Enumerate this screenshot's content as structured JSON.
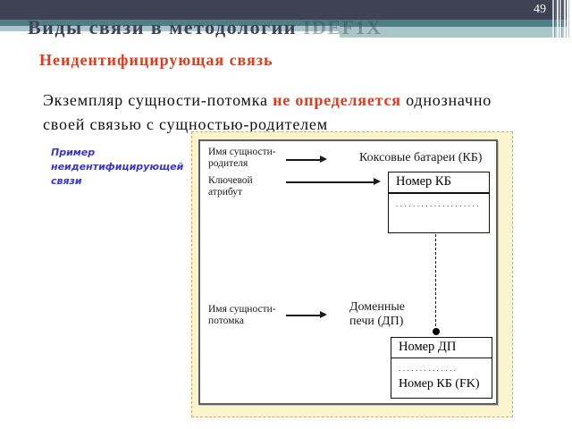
{
  "page_number": "49",
  "header": {
    "title_main": "Виды связи в методологии ",
    "title_suffix": "IDEF1X"
  },
  "subtitle": "Неидентифицирующая связь",
  "body": {
    "text_pre": "Экземпляр сущности-потомка ",
    "text_red": "не определяется",
    "text_post": " однозначно",
    "text_line2": "своей связью с сущностью-родителем"
  },
  "caption": "Пример\nнеидентифицирующей\nсвязи",
  "diagram": {
    "label_parent": "Имя сущности-\nродителя",
    "label_key": "Ключевой\nатрибут",
    "label_child": "Имя сущности-\nпотомка",
    "parent_entity": {
      "title": "Коксовые батареи (КБ)",
      "key": "Номер КБ",
      "placeholder": "...................."
    },
    "child_entity": {
      "title": "Доменные\nпечи (ДП)",
      "key": "Номер ДП",
      "placeholder": "..............",
      "fk": "Номер КБ (FK)"
    }
  },
  "colors": {
    "bar_dark": "#3E4254",
    "teal": "#4F7E86",
    "teal_light": "#AAC6C9",
    "accent_red": "#E5391C",
    "caption_blue": "#3A35D1",
    "note_bg": "#FAF5CC",
    "note_border": "#E8A363"
  }
}
